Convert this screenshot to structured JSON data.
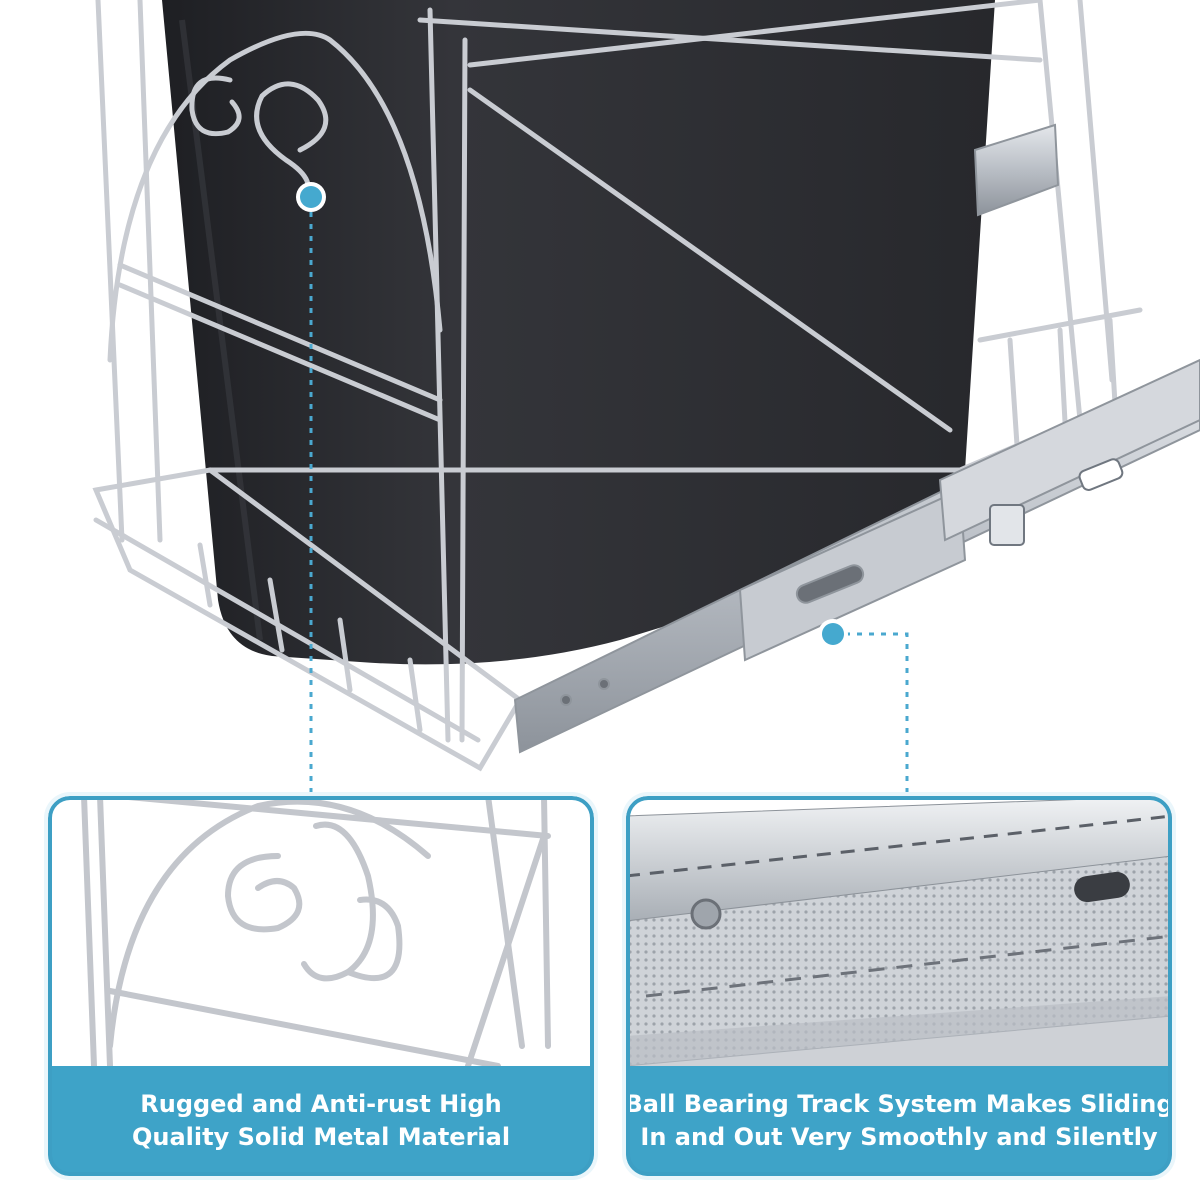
{
  "colors": {
    "accent": "#3ea3c8",
    "bin": "#2c2d31",
    "chrome": "#b8bcc3",
    "caption_text": "#ffffff"
  },
  "callouts": [
    {
      "line1": "Rugged and Anti-rust High",
      "line2": "Quality Solid Metal Material"
    },
    {
      "line1": "Ball Bearing Track System Makes Sliding",
      "line2": "In and Out Very Smoothly and Silently"
    }
  ]
}
